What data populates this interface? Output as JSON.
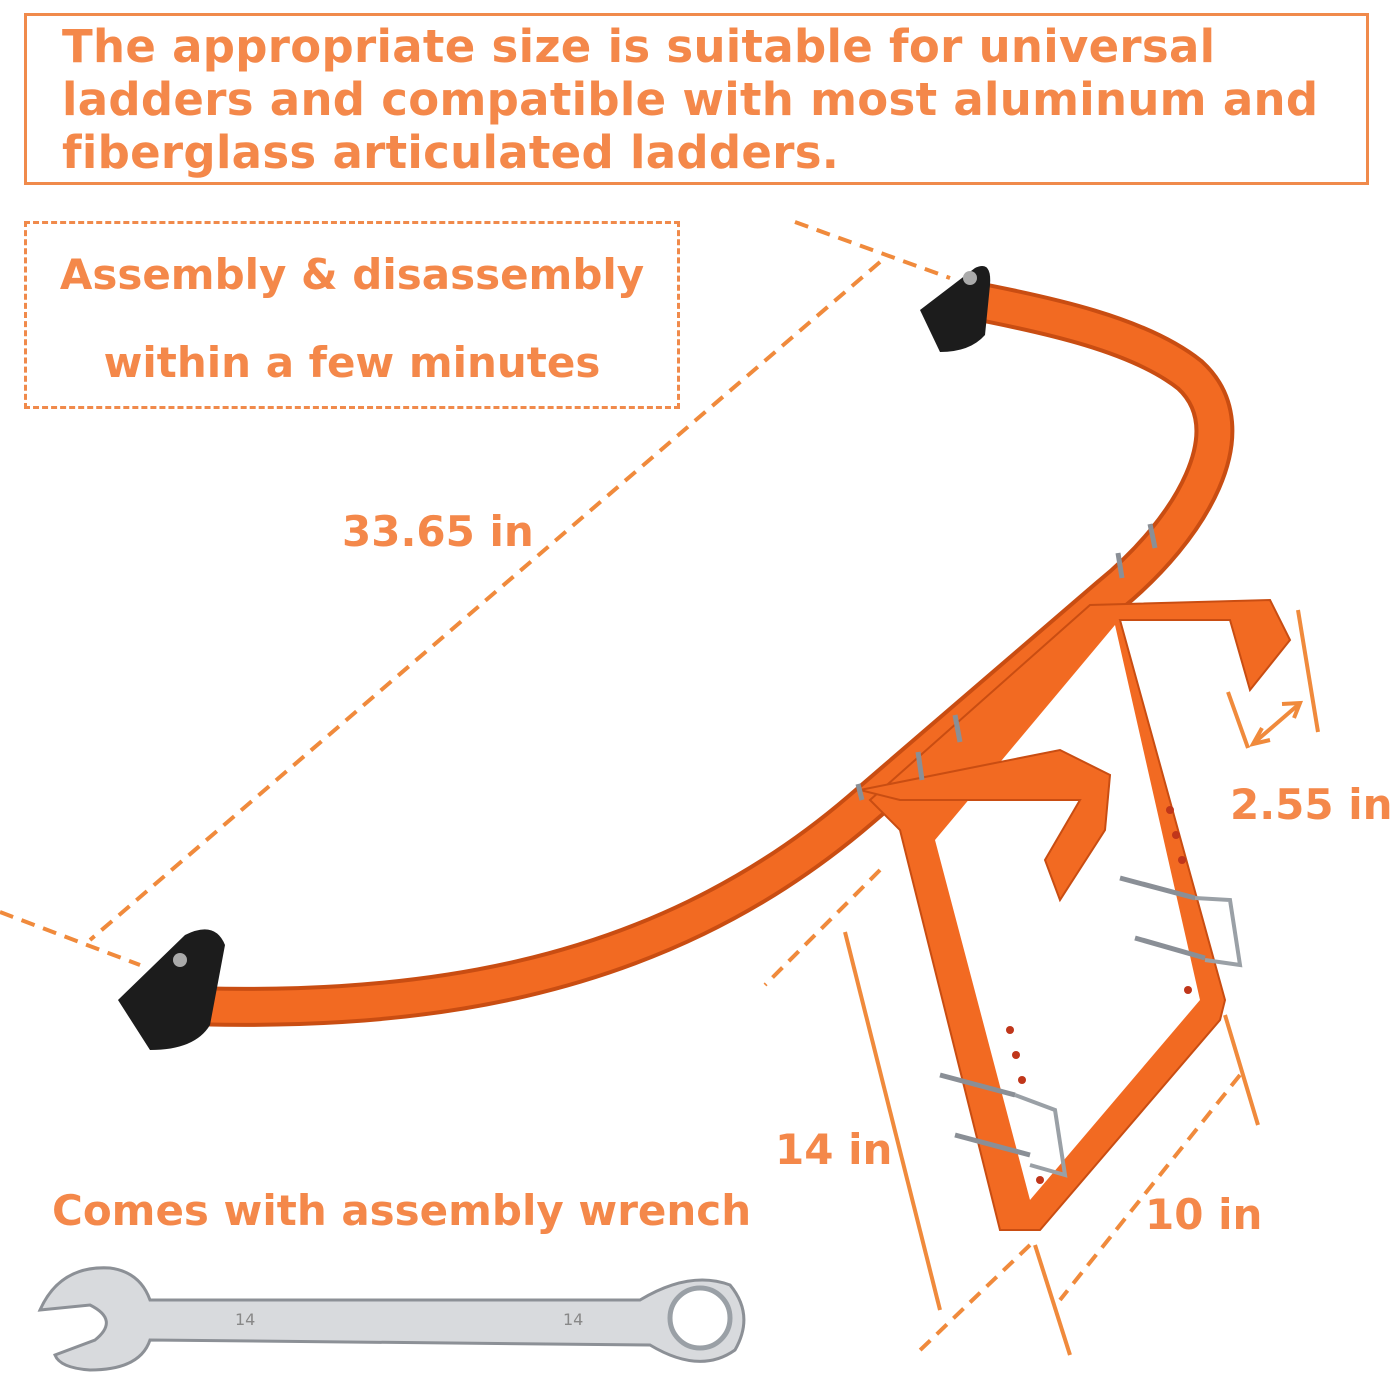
{
  "headline": "The appropriate size is suitable for universal ladders and compatible with most aluminum and fiberglass articulated ladders.",
  "assembly": {
    "line1": "Assembly & disassembly",
    "line2": "within a few minutes"
  },
  "dimensions": {
    "length": "33.65 in",
    "hook_depth": "2.55 in",
    "height": "14 in",
    "width": "10 in"
  },
  "wrench": {
    "caption": "Comes with assembly wrench",
    "size_mark": "14"
  },
  "colors": {
    "accent": "#f4884a",
    "product": "#f26a22",
    "rubber": "#1c1c1c"
  }
}
